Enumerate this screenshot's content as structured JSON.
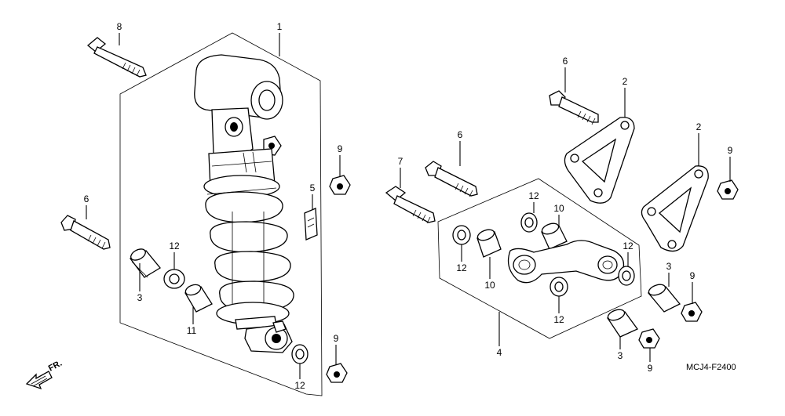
{
  "diagram": {
    "drawing_code": "MCJ4-F2400",
    "direction_label": "FR.",
    "callouts": {
      "c1": "1",
      "c2a": "2",
      "c2b": "2",
      "c3a": "3",
      "c3b": "3",
      "c3c": "3",
      "c4": "4",
      "c5": "5",
      "c6a": "6",
      "c6b": "6",
      "c6c": "6",
      "c7": "7",
      "c8": "8",
      "c9a": "9",
      "c9b": "9",
      "c9c": "9",
      "c9d": "9",
      "c9e": "9",
      "c10a": "10",
      "c10b": "10",
      "c11": "11",
      "c12a": "12",
      "c12b": "12",
      "c12c": "12",
      "c12d": "12",
      "c12e": "12",
      "c12f": "12"
    }
  }
}
